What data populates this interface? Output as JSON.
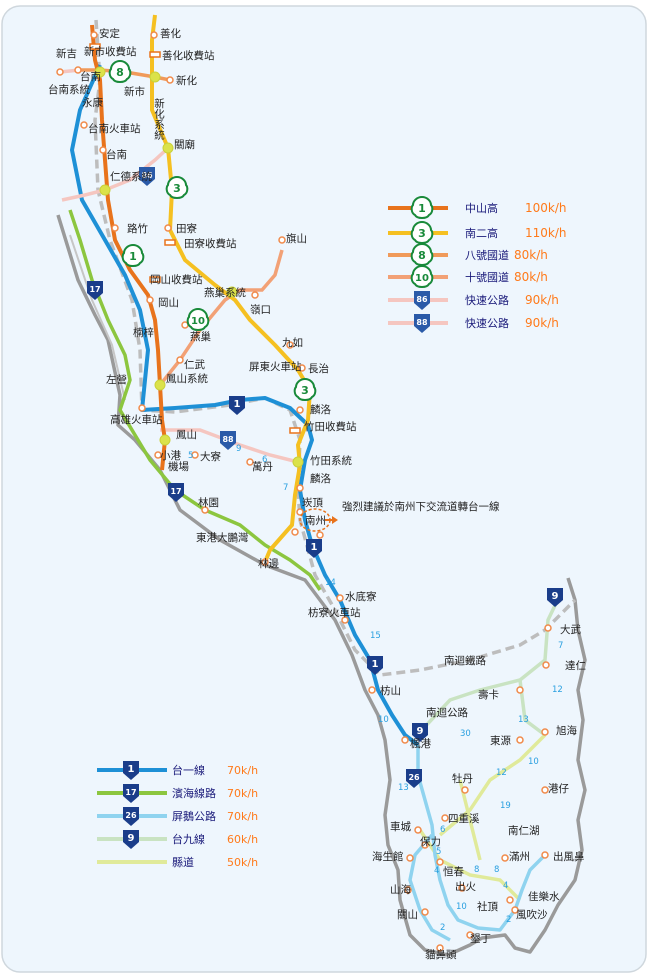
{
  "colors": {
    "hw1": "#e8731c",
    "hw3": "#f5c021",
    "hw8": "#f09a5a",
    "hw10": "#f2a176",
    "expressway": "#f5c6c0",
    "tai1": "#1e90d6",
    "tai17": "#8cc63f",
    "pingtung_road": "#8fd3ef",
    "tai9": "#c9e3c2",
    "county": "#e0ea9a",
    "rail": "#b9b9b9",
    "land_edge": "#9a9a9a",
    "label_text": "#222222",
    "speed_text": "#ff7a1a",
    "legend_text": "#1a1a7a",
    "km_text": "#2aa0e0",
    "background": "#eef6fd"
  },
  "legend_top": [
    {
      "route": "1",
      "name": "中山高",
      "speed": "100k/h",
      "icon": "national-freeway-shield-icon"
    },
    {
      "route": "3",
      "name": "南二高",
      "speed": "110k/h",
      "icon": "national-freeway-shield-icon"
    },
    {
      "route": "8",
      "name": "八號國道",
      "speed": "80k/h",
      "icon": "national-freeway-shield-icon"
    },
    {
      "route": "10",
      "name": "十號國道",
      "speed": "80k/h",
      "icon": "national-freeway-shield-icon"
    },
    {
      "route": "86",
      "name": "快速公路",
      "speed": "90k/h",
      "icon": "expressway-shield-icon"
    },
    {
      "route": "88",
      "name": "快速公路",
      "speed": "90k/h",
      "icon": "expressway-shield-icon"
    }
  ],
  "legend_bottom": [
    {
      "route": "1",
      "name": "台一線",
      "speed": "70k/h",
      "icon": "provincial-highway-shield-icon"
    },
    {
      "route": "17",
      "name": "濱海線路",
      "speed": "70k/h",
      "icon": "provincial-highway-shield-icon"
    },
    {
      "route": "26",
      "name": "屏鵝公路",
      "speed": "70k/h",
      "icon": "provincial-highway-shield-icon"
    },
    {
      "route": "9",
      "name": "台九線",
      "speed": "60k/h",
      "icon": "provincial-highway-shield-icon"
    },
    {
      "route": "",
      "name": "縣道",
      "speed": "50k/h",
      "icon": ""
    }
  ],
  "places": [
    "安定",
    "善化",
    "新吉",
    "新市收費站",
    "善化收費站",
    "台南",
    "台南系統",
    "新化",
    "新市",
    "新化系統",
    "永康",
    "台南火車站",
    "台南",
    "關廟",
    "仁德系統",
    "路竹",
    "田寮",
    "田寮收費站",
    "旗山",
    "岡山收費站",
    "燕巢系統",
    "岡山",
    "嶺口",
    "燕巢",
    "九如",
    "楠梓",
    "仁武",
    "長治",
    "屏東火車站",
    "左營",
    "鳳山系統",
    "麟洛",
    "高雄火車站",
    "竹田收費站",
    "鳳山",
    "小港",
    "大寮",
    "竹田系統",
    "機場",
    "萬丹",
    "麟洛",
    "崁頂",
    "林園",
    "南州",
    "東港大鵬灣",
    "林邊",
    "水底寮",
    "枋寮火車站",
    "南迴鐵路",
    "大武",
    "達仁",
    "枋山",
    "壽卡",
    "南迴公路",
    "旭海",
    "楓港",
    "東源",
    "牡丹",
    "港仔",
    "四重溪",
    "南仁湖",
    "車城",
    "保力",
    "海生館",
    "滿州",
    "出風鼻",
    "恒春",
    "出火",
    "山海",
    "佳樂水",
    "社頂",
    "風吹沙",
    "關山",
    "墾丁",
    "貓鼻頭"
  ],
  "notes": {
    "nanzhou": "強烈建議於南州下交流道轉台一線"
  },
  "km_markers": [
    "5",
    "6",
    "9",
    "7",
    "14",
    "15",
    "10",
    "30",
    "13",
    "12",
    "13",
    "7",
    "12",
    "10",
    "19",
    "6",
    "5",
    "8",
    "4",
    "8",
    "10",
    "4",
    "2",
    "2"
  ]
}
